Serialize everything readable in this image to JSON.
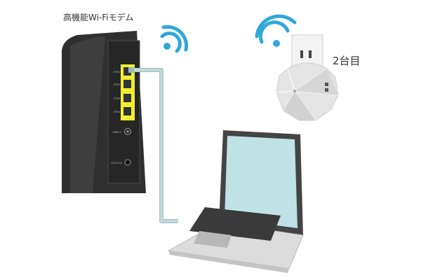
{
  "labels": {
    "modem": "高機能Wi-Fiモデム",
    "second_unit": "2台目"
  },
  "ports": [
    {
      "label": "ETH1"
    },
    {
      "label": "ETH2"
    },
    {
      "label": "ETH3"
    },
    {
      "label": "ETH4"
    }
  ],
  "port_usb": "USB3.0",
  "port_power": "12V/1.5A",
  "icons": [
    "wifi-icon",
    "wifi-icon",
    "router-icon",
    "laptop-icon",
    "extender-icon",
    "ethernet-cable"
  ],
  "colors": {
    "wifi": "#2fa8d9",
    "port_highlight": "#f2ee32",
    "cable": "#b7d1d1",
    "router_body": "#2f2f2f",
    "screen": "#bfe2e5"
  }
}
